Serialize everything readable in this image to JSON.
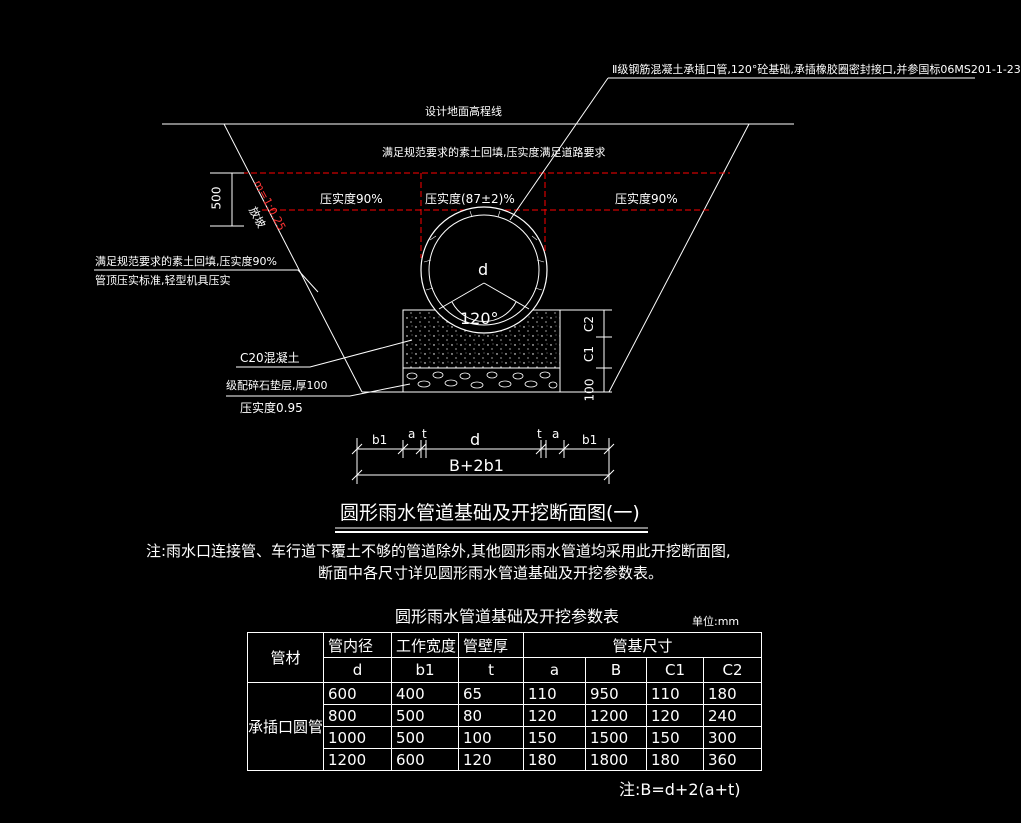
{
  "drawing": {
    "labels": {
      "top_callout": "Ⅱ级钢筋混凝土承插口管,120°砼基础,承插橡胶圈密封接口,并参国标06MS201-1-23",
      "ground_line": "设计地面高程线",
      "backfill_top": "满足规范要求的素土回填,压实度满足道路要求",
      "compact_left": "压实度90%",
      "compact_center": "压实度(87±2)%",
      "compact_right": "压实度90%",
      "dim_500": "500",
      "slope": "m=1:0.25",
      "slope_sub": "放坡",
      "side_fill_1": "满足规范要求的素土回填,压实度90%",
      "side_fill_2": "管顶压实标准,轻型机具压实",
      "pipe_d": "d",
      "angle": "120°",
      "concrete": "C20混凝土",
      "gravel": "级配碎石垫层,厚100",
      "gravel_compact": "压实度0.95",
      "dim_c2": "C2",
      "dim_c1": "C1",
      "dim_100": "100",
      "dim_b1_left": "b1",
      "dim_a_left": "a",
      "dim_t_left": "t",
      "dim_d": "d",
      "dim_t_right": "t",
      "dim_a_right": "a",
      "dim_b1_right": "b1",
      "dim_total": "B+2b1"
    },
    "section_title": "圆形雨水管道基础及开挖断面图(一)",
    "note_line1": "注:雨水口连接管、车行道下覆土不够的管道除外,其他圆形雨水管道均采用此开挖断面图,",
    "note_line2": "断面中各尺寸详见圆形雨水管道基础及开挖参数表。"
  },
  "table": {
    "title": "圆形雨水管道基础及开挖参数表",
    "unit": "单位:mm",
    "header": {
      "material": "管材",
      "inner_diameter": "管内径",
      "inner_diameter_sym": "d",
      "work_width": "工作宽度",
      "work_width_sym": "b1",
      "wall": "管壁厚",
      "wall_sym": "t",
      "base": "管基尺寸",
      "cols": [
        "a",
        "B",
        "C1",
        "C2"
      ]
    },
    "material_name": "承插口圆管",
    "rows": [
      [
        "600",
        "400",
        "65",
        "110",
        "950",
        "110",
        "180"
      ],
      [
        "800",
        "500",
        "80",
        "120",
        "1200",
        "120",
        "240"
      ],
      [
        "1000",
        "500",
        "100",
        "150",
        "1500",
        "150",
        "300"
      ],
      [
        "1200",
        "600",
        "120",
        "180",
        "1800",
        "180",
        "360"
      ]
    ],
    "footnote": "注:B=d+2(a+t)"
  },
  "colors": {
    "background": "#000000",
    "line": "#ffffff",
    "dashed": "#ff0000"
  }
}
